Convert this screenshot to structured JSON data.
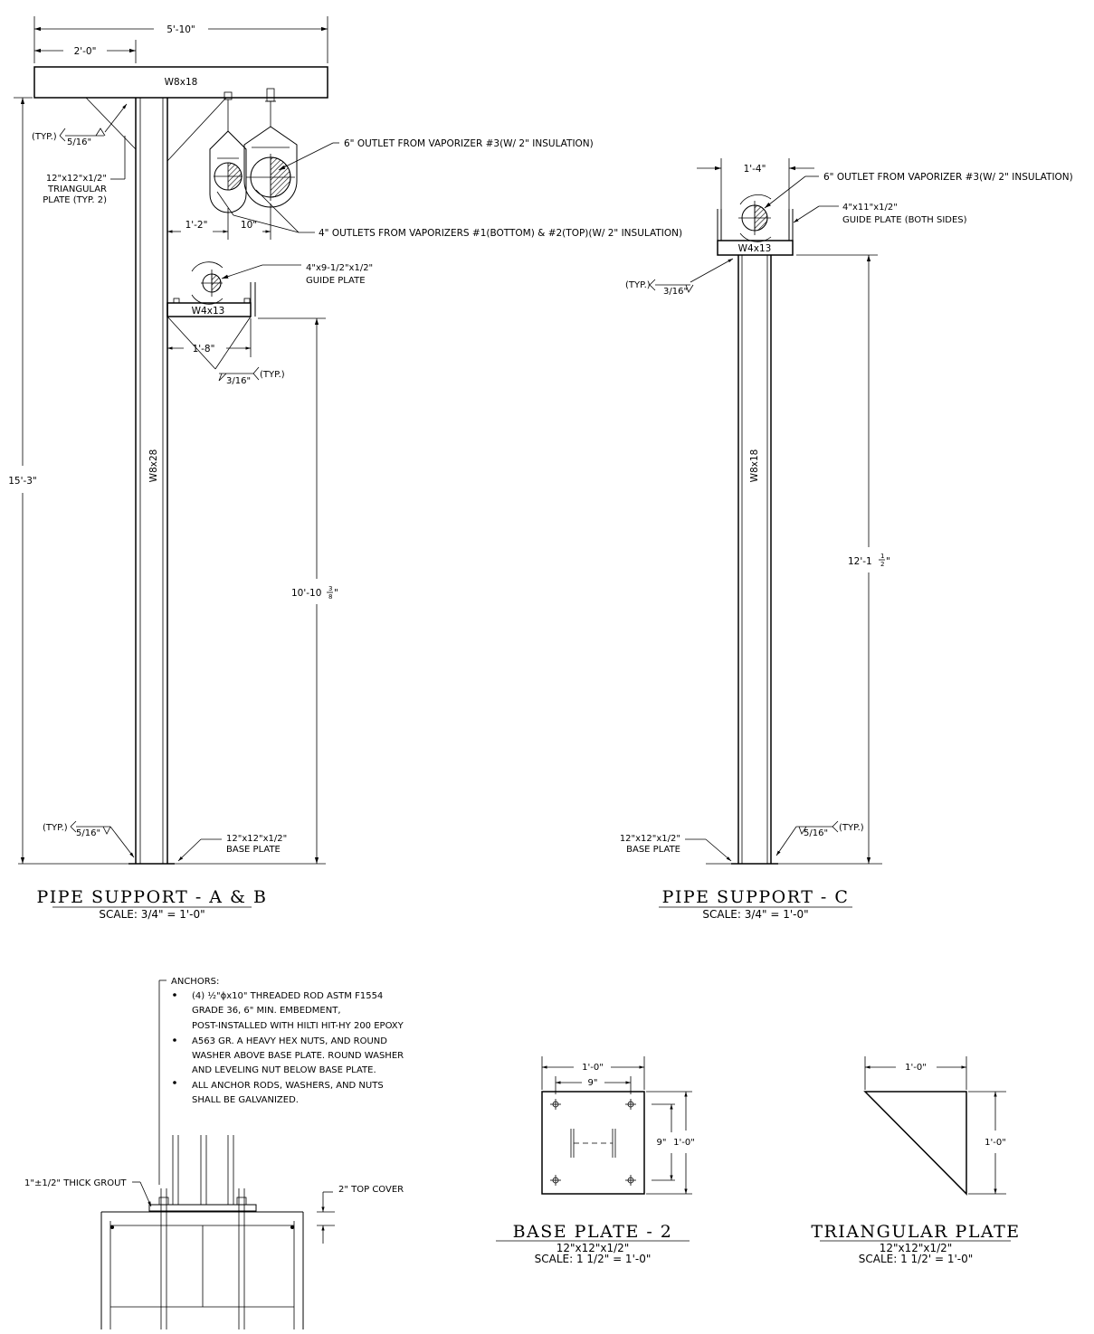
{
  "support_ab": {
    "title": "PIPE SUPPORT - A & B",
    "scale": "SCALE: 3/4\" = 1'-0\"",
    "dim_overall_width": "5'-10\"",
    "dim_left_offset": "2'-0\"",
    "beam_label": "W8x18",
    "column_label": "W8x28",
    "weld_top_label": "(TYP.)",
    "weld_top_size": "5/16\"",
    "tri_plate_line1": "12\"x12\"x1/2\"",
    "tri_plate_line2": "TRIANGULAR",
    "tri_plate_line3": "PLATE (TYP. 2)",
    "note_6in_outlet": "6\" OUTLET FROM VAPORIZER #3(W/ 2\" INSULATION)",
    "dim_1_2": "1'-2\"",
    "dim_10": "10\"",
    "note_4in_outlets": "4\" OUTLETS FROM VAPORIZERS #1(BOTTOM) & #2(TOP)(W/ 2\" INSULATION)",
    "guide_plate_line1": "4\"x9-1/2\"x1/2\"",
    "guide_plate_line2": "GUIDE PLATE",
    "w4_label": "W4x13",
    "dim_1_8": "1'-8\"",
    "weld_mid_size": "3/16\"",
    "weld_mid_typ": "(TYP.)",
    "dim_height_total": "15'-3\"",
    "dim_height_lower": "10'-10",
    "dim_height_lower_frac_num": "3",
    "dim_height_lower_frac_den": "8",
    "weld_base_typ": "(TYP.)",
    "weld_base_size": "5/16\"",
    "base_plate_line1": "12\"x12\"x1/2\"",
    "base_plate_line2": "BASE PLATE"
  },
  "support_c": {
    "title": "PIPE SUPPORT - C",
    "scale": "SCALE: 3/4\" = 1'-0\"",
    "dim_width": "1'-4\"",
    "note_6in_outlet": "6\" OUTLET FROM VAPORIZER #3(W/ 2\" INSULATION)",
    "guide_plate_line1": "4\"x11\"x1/2\"",
    "guide_plate_line2": "GUIDE PLATE (BOTH SIDES)",
    "w4_label": "W4x13",
    "weld_top_typ": "(TYP.)",
    "weld_top_size": "3/16\"",
    "column_label": "W8x18",
    "dim_height": "12'-1",
    "dim_height_frac_num": "1",
    "dim_height_frac_den": "2",
    "base_plate_line1": "12\"x12\"x1/2\"",
    "base_plate_line2": "BASE PLATE",
    "weld_base_size": "5/16\"",
    "weld_base_typ": "(TYP.)"
  },
  "anchor_detail": {
    "anchors_heading": "ANCHORS:",
    "bullet_1_line1": "(4) ½\"ϕx10\" THREADED ROD ASTM F1554",
    "bullet_1_line2": "GRADE 36, 6\" MIN. EMBEDMENT,",
    "bullet_1_line3": "POST-INSTALLED WITH HILTI HIT-HY 200 EPOXY",
    "bullet_2_line1": "A563 GR. A HEAVY HEX NUTS, AND ROUND",
    "bullet_2_line2": "WASHER ABOVE BASE PLATE. ROUND WASHER",
    "bullet_2_line3": "AND LEVELING NUT BELOW BASE PLATE.",
    "bullet_3_line1": "ALL ANCHOR RODS, WASHERS, AND NUTS",
    "bullet_3_line2": "SHALL BE GALVANIZED.",
    "grout_label": "1\"±1/2\" THICK GROUT",
    "top_cover_label": "2\" TOP COVER"
  },
  "base_plate_detail": {
    "title": "BASE PLATE - 2",
    "size": "12\"x12\"x1/2\"",
    "scale": "SCALE: 1 1/2\" = 1'-0\"",
    "dim_overall": "1'-0\"",
    "dim_holes": "9\"",
    "dim_holes_v": "9\"",
    "dim_overall_v": "1'-0\""
  },
  "triangular_plate_detail": {
    "title": "TRIANGULAR PLATE",
    "size": "12\"x12\"x1/2\"",
    "scale": "SCALE: 1 1/2' = 1'-0\"",
    "dim_width": "1'-0\"",
    "dim_height": "1'-0\""
  }
}
